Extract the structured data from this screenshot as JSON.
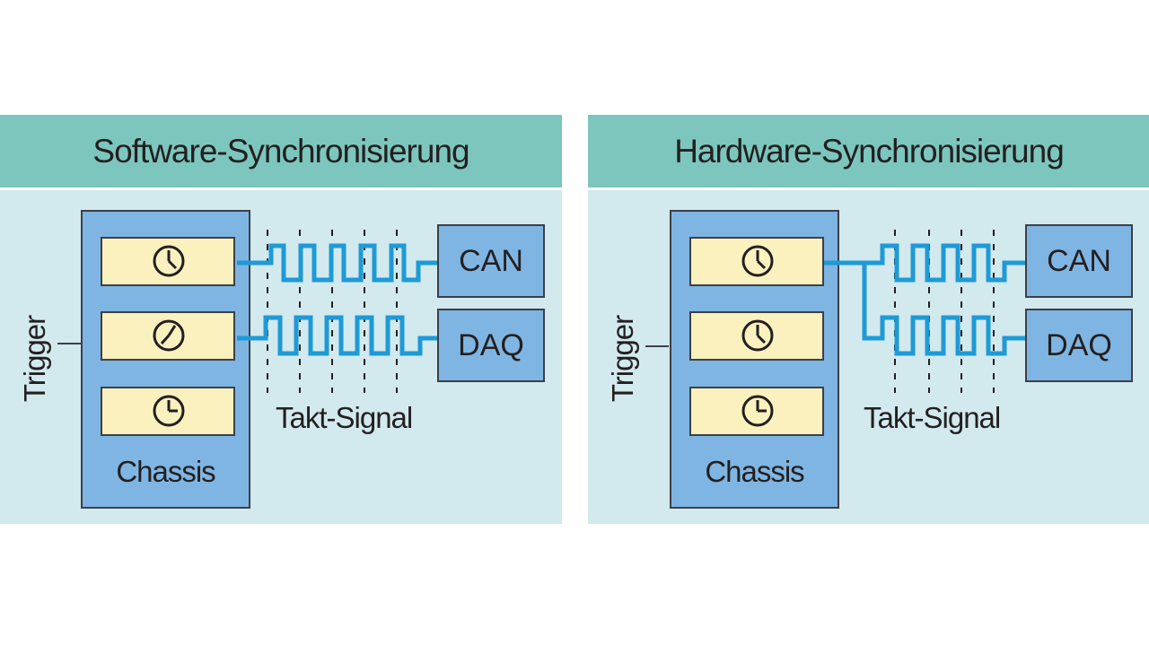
{
  "panels": [
    {
      "title": "Software-Synchronisierung",
      "trigger_label": "Trigger",
      "chassis_label": "Chassis",
      "clock_signal_label": "Takt-Signal",
      "devices": [
        "CAN",
        "DAQ"
      ]
    },
    {
      "title": "Hardware-Synchronisierung",
      "trigger_label": "Trigger",
      "chassis_label": "Chassis",
      "clock_signal_label": "Takt-Signal",
      "devices": [
        "CAN",
        "DAQ"
      ]
    }
  ],
  "colors": {
    "header": "#7cc6bd",
    "panel_body": "#d2e9ee",
    "chassis": "#7fb5e2",
    "module": "#fbf1bf",
    "signal": "#1e9ad6",
    "outline": "#3d3f46"
  }
}
